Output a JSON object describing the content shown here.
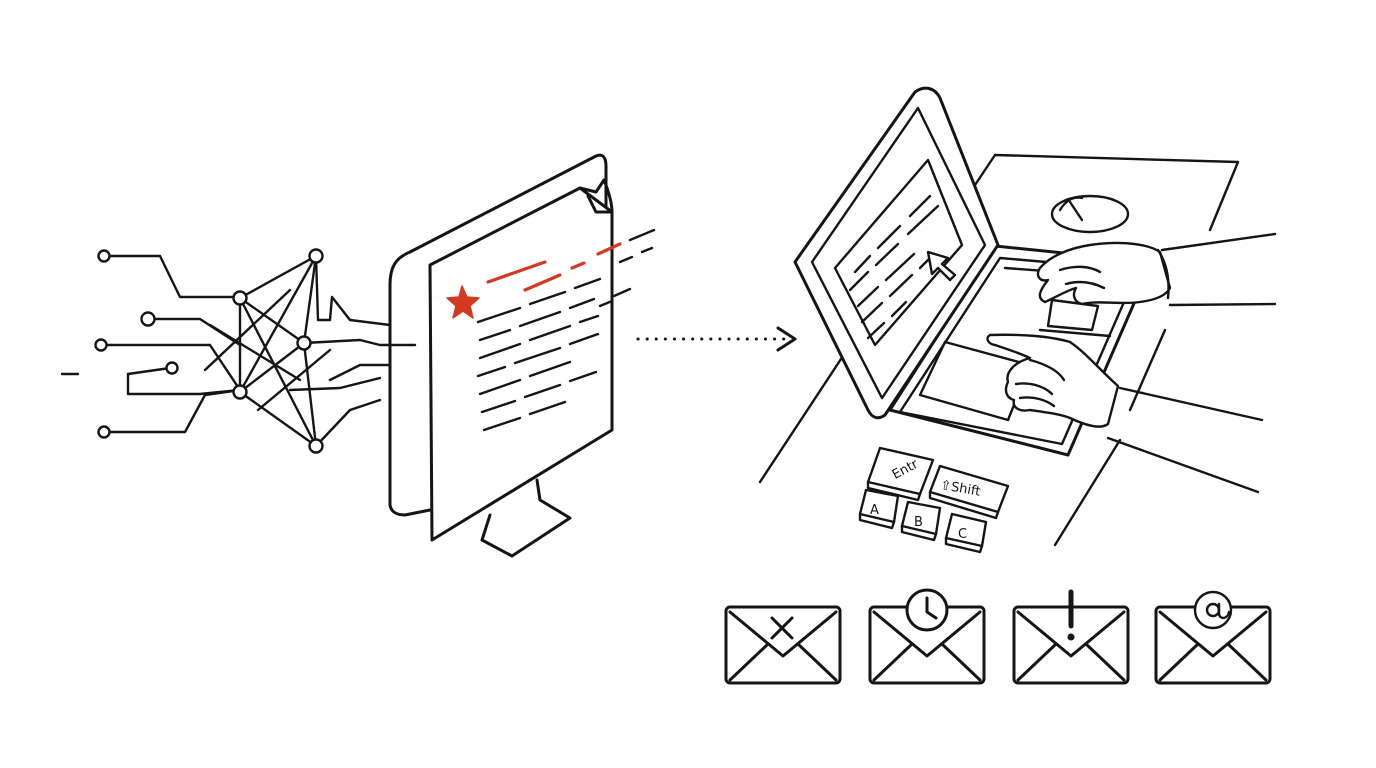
{
  "illustration": {
    "keys": {
      "enter": "Entr",
      "shift": "⇧Shift",
      "a": "A",
      "b": "B",
      "c": "C"
    },
    "email_icons": [
      {
        "icon": "x-icon"
      },
      {
        "icon": "clock-icon"
      },
      {
        "icon": "exclamation-icon"
      },
      {
        "icon": "at-icon"
      }
    ],
    "colors": {
      "ink": "#151515",
      "accent": "#d23a22",
      "background": "#ffffff"
    }
  }
}
